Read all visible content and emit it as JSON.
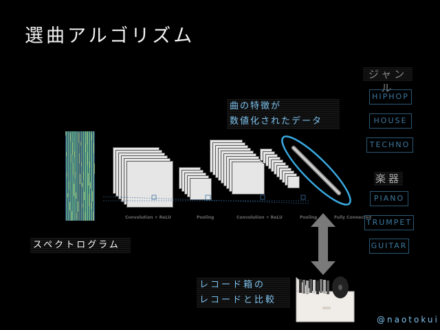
{
  "slide": {
    "title": "選曲アルゴリズム",
    "feature_label_line1": "曲の特徴が",
    "feature_label_line2": "数値化されたデータ",
    "spectrogram_label": "スペクトログラム",
    "record_label_line1": "レコード箱の",
    "record_label_line2": "レコードと比較",
    "handle": "@naotokui"
  },
  "cnn": {
    "layer_labels": [
      "Convolution + ReLU",
      "Pooling",
      "Convolution + ReLU",
      "Pooling",
      "Fully Connected"
    ]
  },
  "genre": {
    "heading": "ジャンル",
    "items": [
      "HIPHOP",
      "HOUSE",
      "TECHNO"
    ]
  },
  "instrument": {
    "heading": "楽器",
    "items": [
      "PIANO",
      "TRUMPET",
      "GUITAR"
    ]
  },
  "colors": {
    "background": "#000000",
    "accent_blue": "#7ec3ef",
    "ellipse": "#39a9e0",
    "box_border": "#2a5a78"
  }
}
